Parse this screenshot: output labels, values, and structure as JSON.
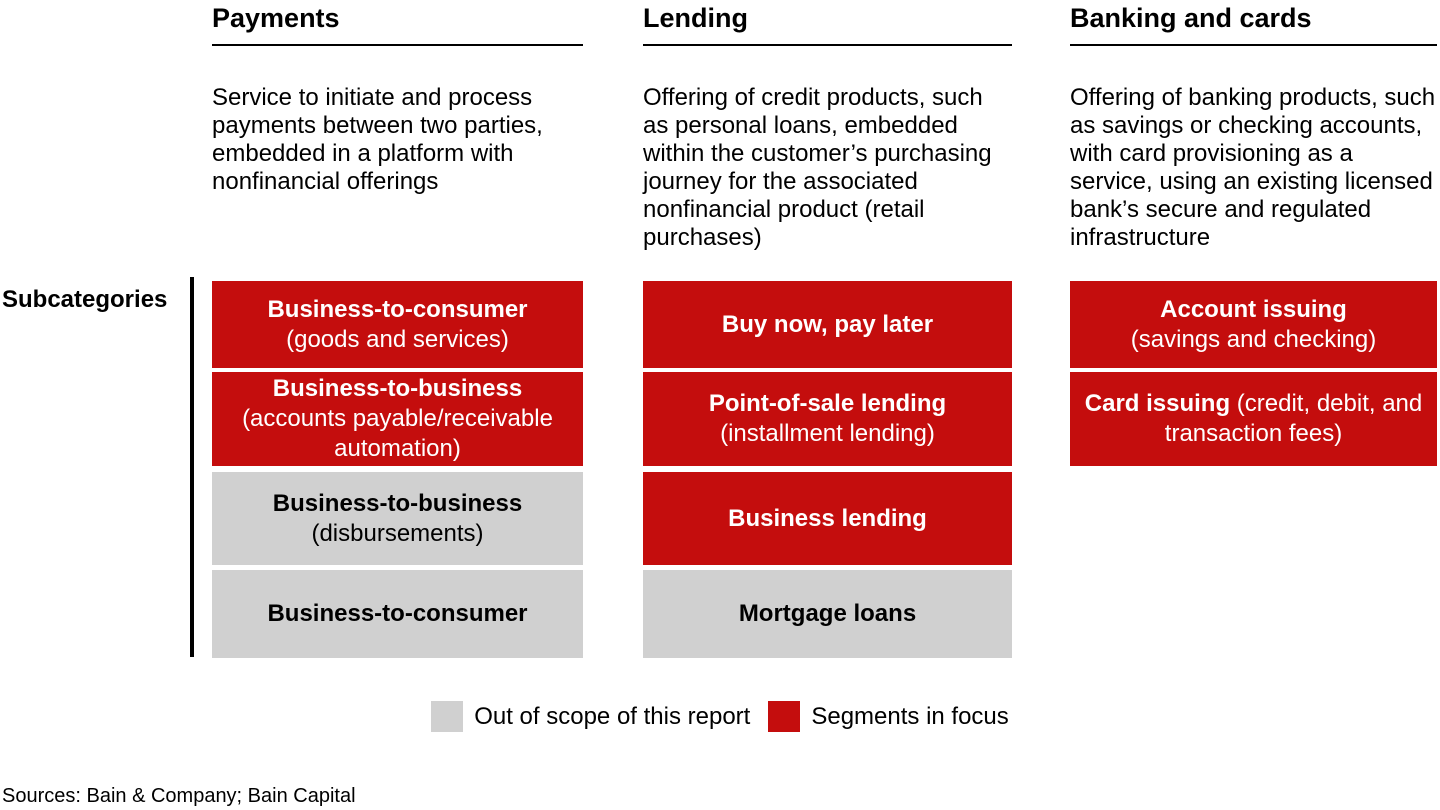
{
  "colors": {
    "focus_red": "#C40D0D",
    "out_gray": "#D0D0D0",
    "rule_black": "#000000"
  },
  "subcategories_label": "Subcategories",
  "columns": [
    {
      "title": "Payments",
      "description": "Service to initiate and process payments between two parties, embedded in a platform with nonfinancial offerings",
      "boxes": [
        {
          "title": "Business-to-consumer",
          "subtitle": "(goods and services)",
          "status": "focus"
        },
        {
          "title": "Business-to-business",
          "subtitle": "(accounts payable/receivable automation)",
          "status": "focus"
        },
        {
          "title": "Business-to-business",
          "subtitle": "(disbursements)",
          "status": "out"
        },
        {
          "title": "Business-to-consumer",
          "subtitle": "",
          "status": "out"
        }
      ]
    },
    {
      "title": "Lending",
      "description": "Offering of credit products, such as personal loans, embedded within the customer’s purchasing journey for the associated nonfinancial product (retail purchases)",
      "boxes": [
        {
          "title": "Buy now, pay later",
          "subtitle": "",
          "status": "focus"
        },
        {
          "title": "Point-of-sale lending",
          "subtitle": "(installment lending)",
          "status": "focus"
        },
        {
          "title": "Business lending",
          "subtitle": "",
          "status": "focus"
        },
        {
          "title": "Mortgage loans",
          "subtitle": "",
          "status": "out"
        }
      ]
    },
    {
      "title": "Banking and cards",
      "description": "Offering of banking products, such as savings or checking accounts, with card provisioning as a service, using an existing licensed bank’s secure and regulated infrastructure",
      "boxes": [
        {
          "title": "Account issuing",
          "subtitle": "(savings and checking)",
          "status": "focus"
        },
        {
          "title": "Card issuing",
          "subtitle": "(credit, debit, and transaction fees)",
          "status": "focus"
        }
      ]
    }
  ],
  "legend": [
    {
      "label": "Out of scope of this report",
      "color": "#D0D0D0"
    },
    {
      "label": "Segments in focus",
      "color": "#C40D0D"
    }
  ],
  "sources": "Sources: Bain & Company; Bain Capital"
}
